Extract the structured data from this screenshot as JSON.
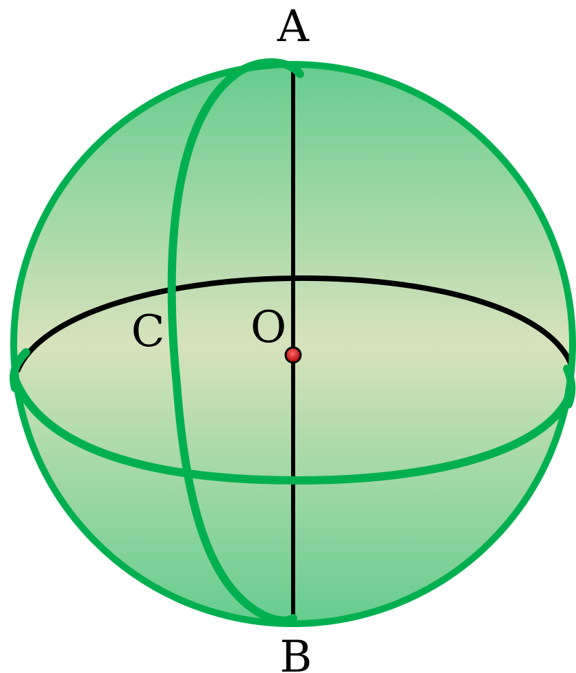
{
  "labels": {
    "top_pole": "A",
    "bottom_pole": "B",
    "circle_point": "C",
    "center": "O"
  },
  "colors": {
    "sphere_outline": "#00b050",
    "gradient_top": "#66cc8f",
    "gradient_middle": "#d7e2bc",
    "gradient_bottom": "#66cc8f",
    "axis_and_hidden_arc": "#000000",
    "center_dot": "#e00000",
    "label_text": "#000000"
  }
}
